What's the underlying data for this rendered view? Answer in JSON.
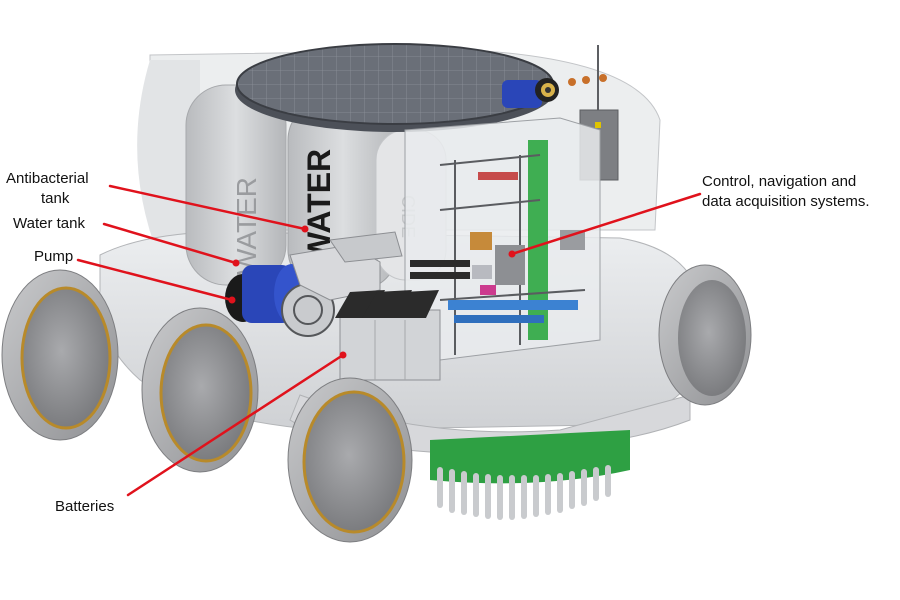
{
  "callouts": {
    "antibacterial_tank": {
      "line1": "Antibacterial",
      "line2": "tank"
    },
    "water_tank": "Water tank",
    "pump": "Pump",
    "batteries": "Batteries",
    "control": {
      "line1": "Control, navigation and",
      "line2": "data acquisition systems."
    }
  },
  "tank_labels": {
    "rear_tank": "WATER",
    "front_tank": "WATER",
    "faded_tank": "CIDE"
  },
  "colors": {
    "callout_line": "#e0121c",
    "body": "#d9dadd",
    "wheel_rim": "#b88a2a",
    "brush": "#2ea043",
    "pump_motor": "#2a46b8",
    "battery": "#2b2b2b"
  }
}
